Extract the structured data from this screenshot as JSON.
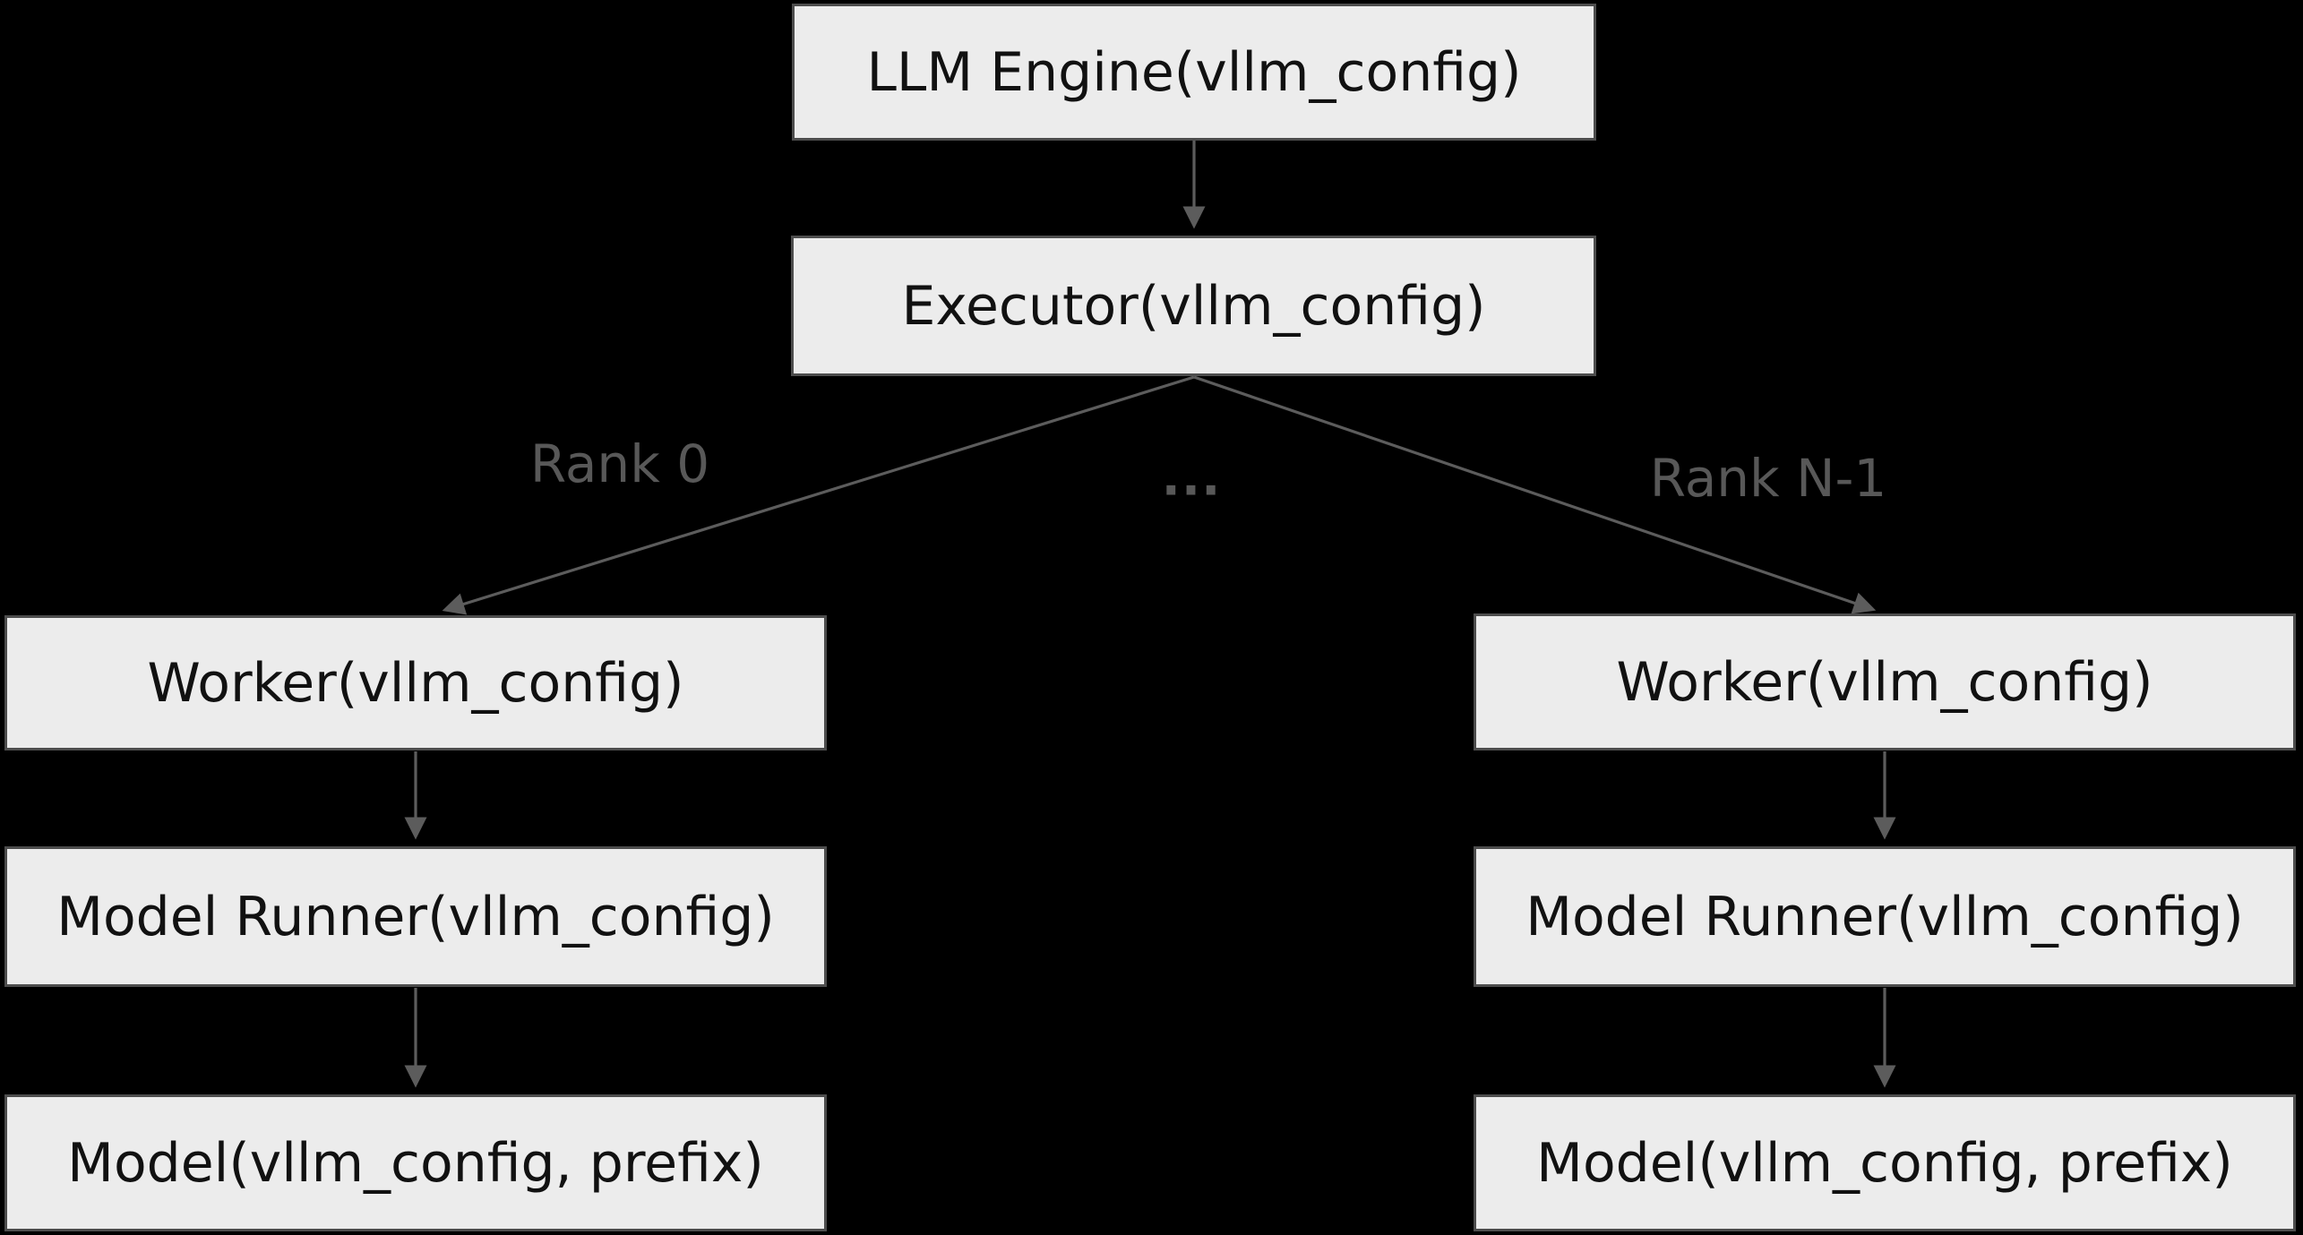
{
  "diagram": {
    "colors": {
      "background": "#000000",
      "node_fill": "#ececec",
      "node_border": "#4d4d4d",
      "node_text": "#111111",
      "edge": "#5c5c5c",
      "edge_label": "#585858"
    },
    "nodes": {
      "llm_engine": "LLM Engine(vllm_config)",
      "executor": "Executor(vllm_config)",
      "worker_0": "Worker(vllm_config)",
      "model_runner_0": "Model Runner(vllm_config)",
      "model_0": "Model(vllm_config, prefix)",
      "worker_n": "Worker(vllm_config)",
      "model_runner_n": "Model Runner(vllm_config)",
      "model_n": "Model(vllm_config, prefix)"
    },
    "edge_labels": {
      "rank_0": "Rank 0",
      "ellipsis": "...",
      "rank_n": "Rank N-1"
    }
  }
}
